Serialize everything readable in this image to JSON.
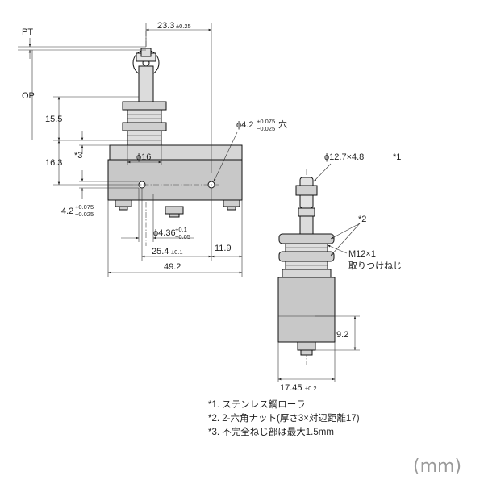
{
  "labels": {
    "pt": "PT",
    "op": "OP",
    "mark3": "*3",
    "mark1": "*1",
    "mark2": "*2",
    "units": "(mm)"
  },
  "dims": {
    "d23_3": {
      "main": "23.3",
      "tol": "±0.25"
    },
    "d15_5": "15.5",
    "d16_3": "16.3",
    "d4_2_side": {
      "main": "4.2",
      "tol_upper": "+0.075",
      "tol_lower": "−0.025"
    },
    "phi4_2_hole": {
      "main": "ϕ4.2",
      "tol_upper": "+0.075",
      "tol_lower": "−0.025",
      "suffix": "穴"
    },
    "phi16": "ϕ16",
    "phi4_36": {
      "main": "ϕ4.36",
      "tol_upper": "+0.1",
      "tol_lower": "−0.05"
    },
    "d25_4": {
      "main": "25.4",
      "tol": "±0.1"
    },
    "d11_9": "11.9",
    "d49_2": "49.2",
    "roller": "ϕ12.7×4.8",
    "thread": "M12×1",
    "thread_note": "取りつけねじ",
    "d9_2": "9.2",
    "d17_45": {
      "main": "17.45",
      "tol": "±0.2"
    }
  },
  "notes": [
    "*1. ステンレス鋼ローラ",
    "*2. 2-六角ナット(厚さ3×対辺距離17)",
    "*3. 不完全ねじ部は最大1.5mm"
  ]
}
